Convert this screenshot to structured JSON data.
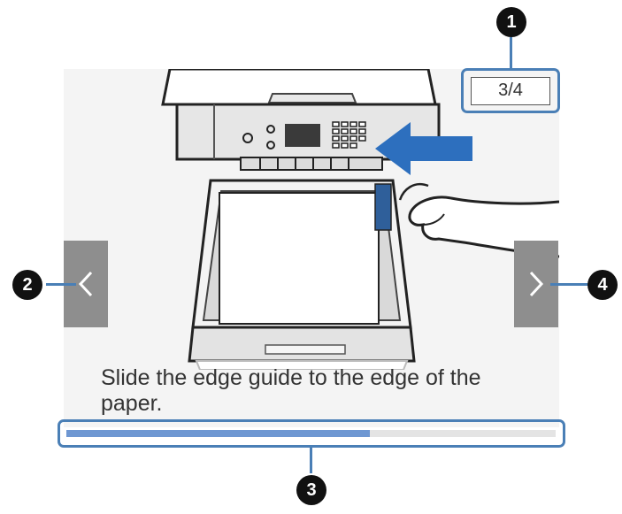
{
  "screen": {
    "counter": "3/4",
    "caption": "Slide the edge guide to the edge of the paper.",
    "progress": 0.62
  },
  "nav": {
    "prev_icon": "chevron-left-icon",
    "next_icon": "chevron-right-icon"
  },
  "callouts": [
    "1",
    "2",
    "3",
    "4"
  ],
  "colors": {
    "highlight": "#4a7fb6",
    "progress_fill": "#6e97d2",
    "nav_button": "#8e8e8e",
    "arrow": "#2d6fbe"
  }
}
